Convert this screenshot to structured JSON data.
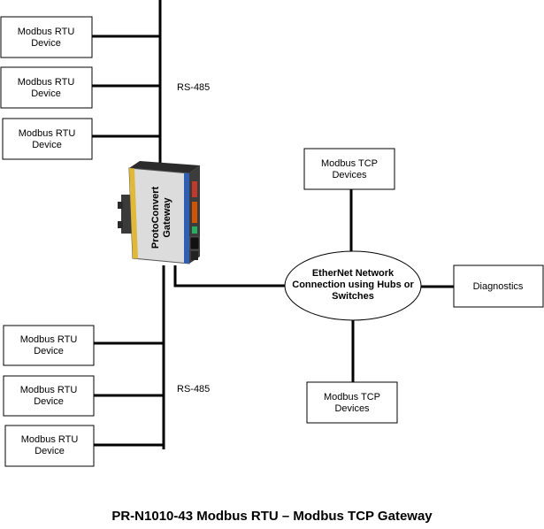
{
  "title": "PR-N1010-43 Modbus RTU – Modbus TCP Gateway",
  "rtu_device": {
    "line1": "Modbus RTU",
    "line2": "Device"
  },
  "bus_labels": {
    "upper": "RS-485",
    "lower": "RS-485"
  },
  "tcp_device": {
    "line1": "Modbus TCP",
    "line2": "Devices"
  },
  "network": {
    "line1": "EtherNet Network",
    "line2": "Connection using Hubs or",
    "line3": "Switches"
  },
  "diagnostics": {
    "label": "Diagnostics"
  },
  "gateway": {
    "line1": "ProtoConvert",
    "line2": "Gateway"
  },
  "colors": {
    "stroke": "#000000",
    "gateway_body": "#dcdcdc",
    "gateway_top": "#2b2b2b",
    "stripe_yellow": "#e0b83a",
    "stripe_blue": "#2f5fb3"
  }
}
